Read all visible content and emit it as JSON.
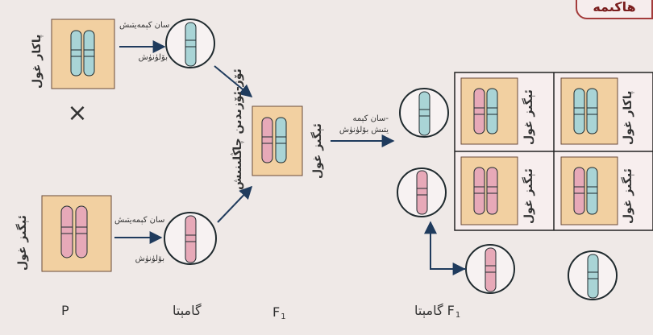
{
  "header": {
    "tag": "ھاكىمە"
  },
  "labels": {
    "p_top_dominant": "پاكار غول",
    "p_bottom_recessive": "ئېگىز غول",
    "f1_label_tall": "ئېگىز غول",
    "f1_label_vertical": "ئۆز-ئۆزىدىن چاڭلىنىش",
    "meiosis_line1": "سان كېمەيتىش",
    "meiosis_line2": "بۆلۈنۈش",
    "meiosis_f1_line1": "سان كېمە-",
    "meiosis_f1_line2": "يتىش بۆلۈنۈش",
    "cross_symbol": "×",
    "grid_top_left": "ئېگىز غول",
    "grid_top_right": "پاكار غول",
    "grid_bottom_left": "ئېگىز غول",
    "grid_bottom_right": "ئېگىز غول"
  },
  "bottom": {
    "p": "P",
    "gamete": "گامېتا",
    "f1": "F",
    "f1_sub": "1",
    "f1_gamete_text": "گامېتا F",
    "f1_gamete_sub": "1"
  },
  "colors": {
    "background": "#efe9e7",
    "box": "#f2d0a1",
    "blue": "#a9d4d6",
    "pink": "#e7a9b8",
    "dark": "#2a2a2a",
    "tag_border": "#a33b3b"
  }
}
